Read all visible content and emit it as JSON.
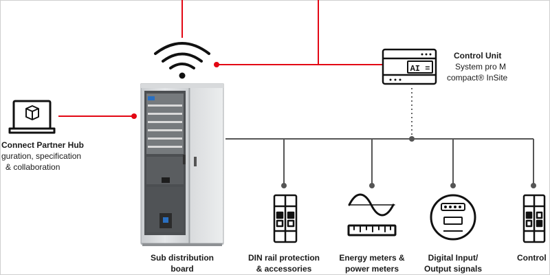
{
  "labels": {
    "connect_hub": {
      "title": "Connect Partner Hub",
      "line2": "guration, specification",
      "line3": "& collaboration"
    },
    "control_unit": {
      "title": "Control Unit",
      "line2": "System pro M",
      "line3": "compact® InSite"
    },
    "sub_distribution": {
      "line1": "Sub distribution",
      "line2": "board"
    },
    "din_rail": {
      "line1": "DIN rail protection",
      "line2": "& accessories"
    },
    "energy_meters": {
      "line1": "Energy meters &",
      "line2": "power meters"
    },
    "digital_io": {
      "line1": "Digital Input/",
      "line2": "Output signals"
    },
    "control": {
      "line1": "Control"
    },
    "control_unit_display": "AI ="
  },
  "colors": {
    "accent_red": "#e30613",
    "line_grey": "#555555",
    "icon_dark": "#222222"
  },
  "icons": {
    "laptop": "laptop-cube-icon",
    "wifi": "wifi-icon",
    "control_unit": "control-unit-device-icon",
    "cabinet": "distribution-cabinet-icon",
    "din_rail": "din-rail-breaker-icon",
    "energy": "sine-wave-meter-icon",
    "digital_io": "gauge-meter-icon",
    "control": "control-module-icon"
  }
}
